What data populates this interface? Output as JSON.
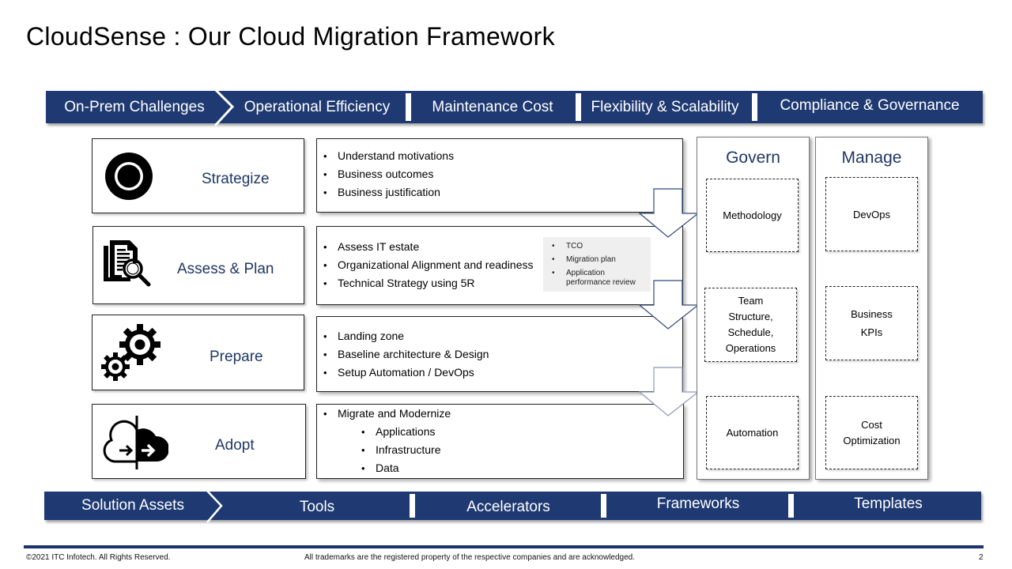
{
  "title": "CloudSense : Our Cloud Migration Framework",
  "colors": {
    "bar_bg": "#1f3a72",
    "phase_label": "#1f3864",
    "footer_rule": "#1f3270"
  },
  "top_bar": {
    "lead": "On-Prem Challenges",
    "items": [
      "Operational Efficiency",
      "Maintenance Cost",
      "Flexibility & Scalability",
      "Compliance & Governance"
    ]
  },
  "phases": [
    {
      "label": "Strategize",
      "icon": "target-icon",
      "bullets": [
        {
          "text": "Understand motivations",
          "level": 1
        },
        {
          "text": "Business outcomes",
          "level": 1
        },
        {
          "text": "Business justification",
          "level": 1
        }
      ]
    },
    {
      "label": "Assess & Plan",
      "icon": "document-search-icon",
      "bullets": [
        {
          "text": "Assess IT  estate",
          "level": 1
        },
        {
          "text": "Organizational Alignment and readiness",
          "level": 1
        },
        {
          "text": "Technical Strategy using 5R",
          "level": 1
        }
      ],
      "note": [
        "TCO",
        "Migration plan",
        "Application performance review"
      ]
    },
    {
      "label": "Prepare",
      "icon": "gears-icon",
      "bullets": [
        {
          "text": "Landing zone",
          "level": 1
        },
        {
          "text": "Baseline architecture & Design",
          "level": 1
        },
        {
          "text": "Setup Automation  / DevOps",
          "level": 1
        }
      ]
    },
    {
      "label": "Adopt",
      "icon": "cloud-migrate-icon",
      "bullets": [
        {
          "text": "Migrate and Modernize",
          "level": 1
        },
        {
          "text": "Applications",
          "level": 2
        },
        {
          "text": "Infrastructure",
          "level": 2
        },
        {
          "text": "Data",
          "level": 2
        }
      ]
    }
  ],
  "govern": {
    "title": "Govern",
    "items": [
      "Methodology",
      "Team\nStructure,\nSchedule,\nOperations",
      "Automation"
    ]
  },
  "manage": {
    "title": "Manage",
    "items": [
      "DevOps",
      "Business\nKPIs",
      "Cost\nOptimization"
    ]
  },
  "bottom_bar": {
    "lead": "Solution Assets",
    "items": [
      "Tools",
      "Accelerators",
      "Frameworks",
      "Templates"
    ]
  },
  "footer": {
    "copyright": "©2021 ITC Infotech. All Rights Reserved.",
    "trademark": "All trademarks  are  the registered  property  of the respective  companies and are  acknowledged.",
    "page_number": "2"
  }
}
